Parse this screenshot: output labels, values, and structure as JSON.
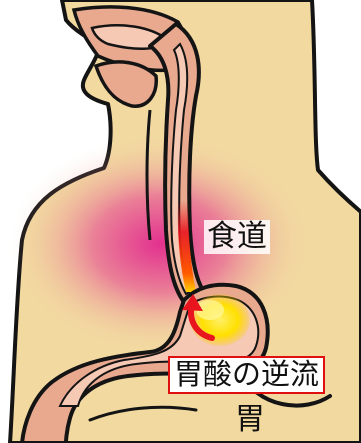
{
  "labels": {
    "esophagus": "食道",
    "acid_reflux": "胃酸の逆流",
    "stomach": "胃"
  },
  "colors": {
    "skin": "#f2d9a0",
    "outline": "#141414",
    "tissue": "#e9a98f",
    "tissue_light": "#f5c9b4",
    "inflammation": "#e0148c",
    "acid_red": "#e8141e",
    "acid_yellow": "#ffe000",
    "reflux_box": "#e01010"
  },
  "icons": {
    "reflux_arrow": "curved-arrow-up-icon"
  }
}
